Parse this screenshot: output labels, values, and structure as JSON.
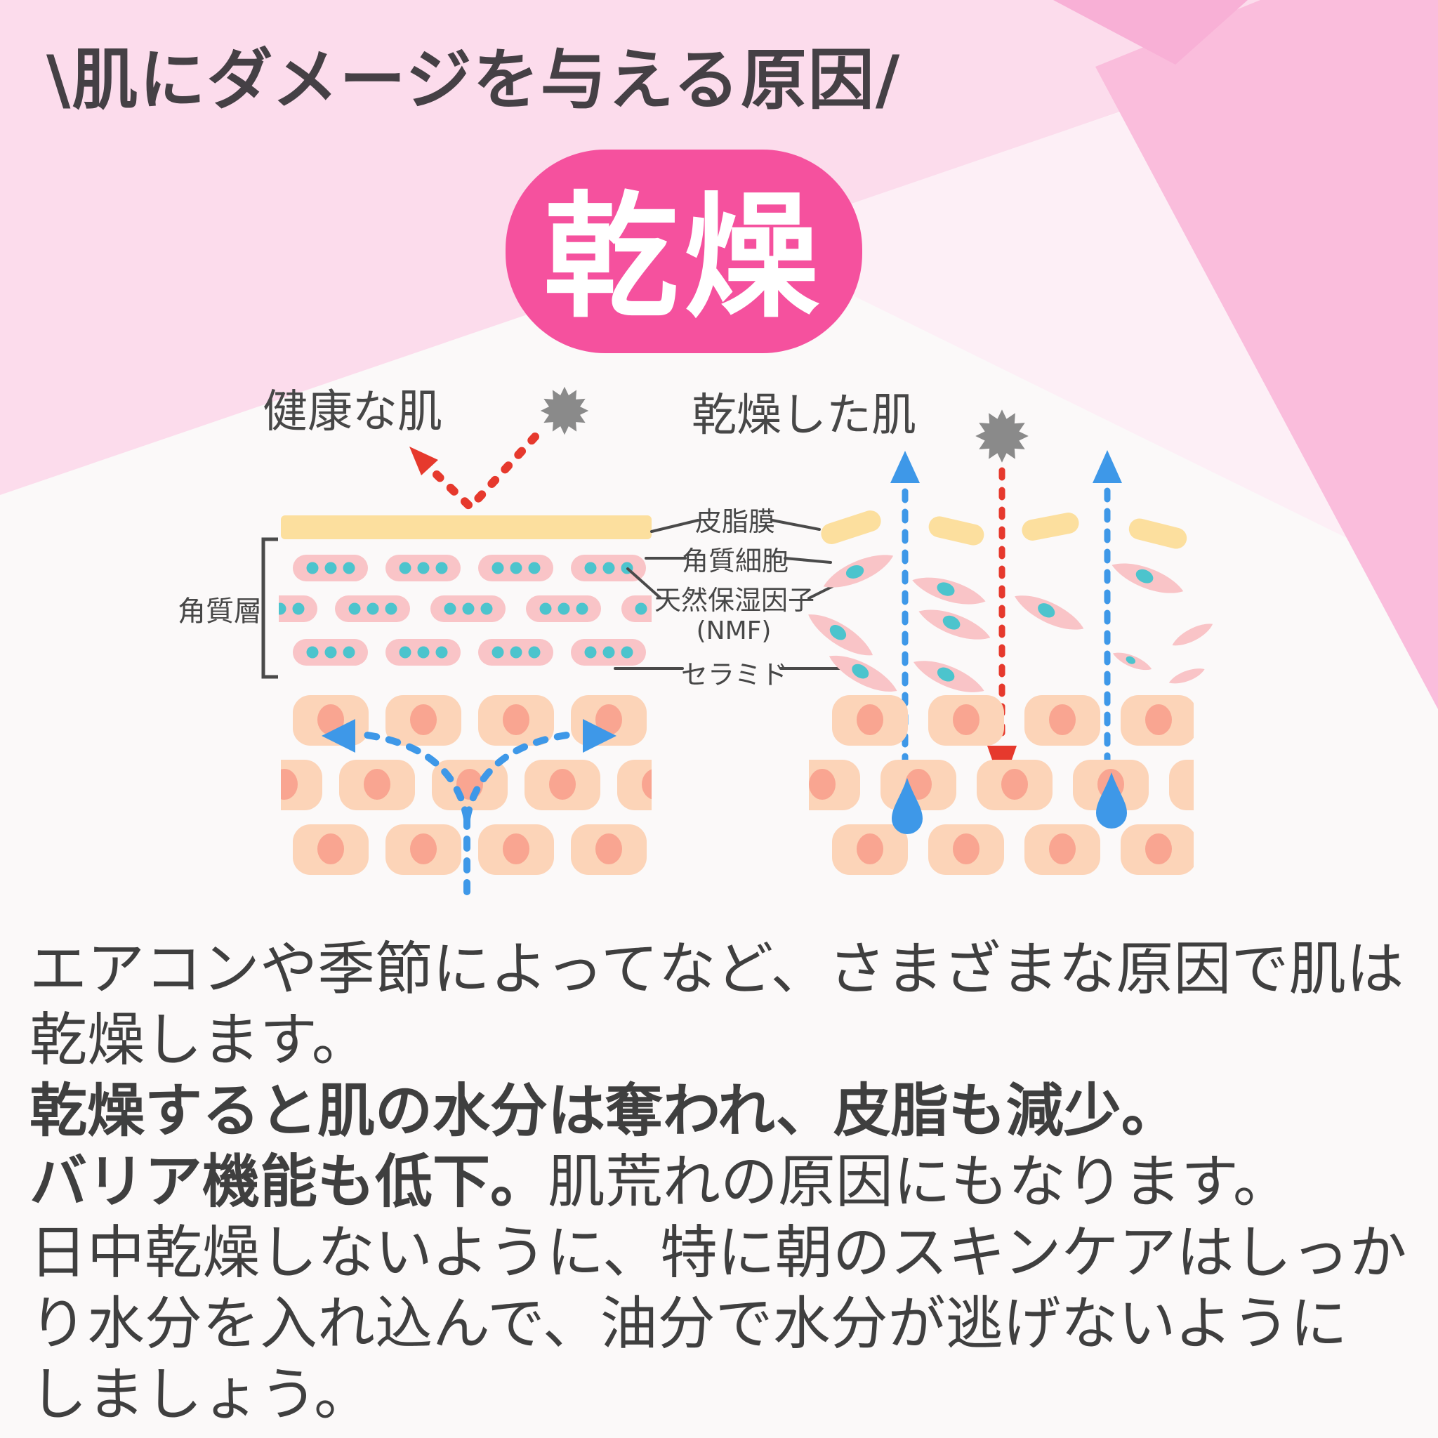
{
  "header": {
    "title": "\\肌にダメージを与える原因/"
  },
  "badge": {
    "label": "乾燥",
    "color": "#f5519e"
  },
  "diagram": {
    "left_title": "健康な肌",
    "right_title": "乾燥した肌",
    "bracket_label": "角質層",
    "labels": {
      "sebum": "皮脂膜",
      "corneocyte": "角質細胞",
      "nmf1": "天然保湿因子",
      "nmf2": "(NMF)",
      "ceramide": "セラミド"
    }
  },
  "body": {
    "line1": "エアコンや季節によってなど、さまざまな原因で肌は",
    "line2": "乾燥します。",
    "line3_bold": "乾燥すると肌の水分は奪われ、皮脂も減少。",
    "line4_bold": "バリア機能も低下。",
    "line4_rest": "肌荒れの原因にもなります。",
    "line5": "日中乾燥しないように、特に朝のスキンケアはしっか",
    "line6": "り水分を入れ込んで、油分で水分が逃げないように",
    "line7": "しましょう。"
  },
  "colors": {
    "accent_pink": "#f5519e",
    "bg_pink_light": "#fcdcec",
    "bg_pink_lighter": "#fdeff6",
    "bg_pink_medium": "#fabddc",
    "bg_pink_deep": "#f8b0d6",
    "sebum_yellow": "#fcdf9e",
    "corneocyte_pink": "#f9c4c7",
    "nmf_teal": "#4cc4cd",
    "cell_peach": "#fcd4b8",
    "nucleus_salmon": "#f9a591",
    "water_blue": "#3e98e8",
    "uv_red": "#e6392d",
    "starburst_gray": "#8a8a8a",
    "text_dark": "#3f3f3f"
  }
}
